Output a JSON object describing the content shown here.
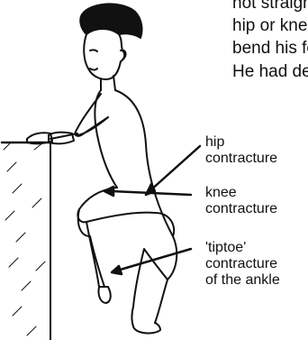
{
  "text_lines": [
    "not straigh",
    "hip or kne",
    "bend his fo",
    "He had dev"
  ],
  "labels": {
    "hip": [
      "hip",
      "contracture"
    ],
    "knee": [
      "knee",
      "contracture"
    ],
    "tiptoe": [
      "'tiptoe'",
      "contracture",
      "of the ankle"
    ]
  },
  "colors": {
    "ink": "#111111",
    "paper": "#ffffff"
  }
}
